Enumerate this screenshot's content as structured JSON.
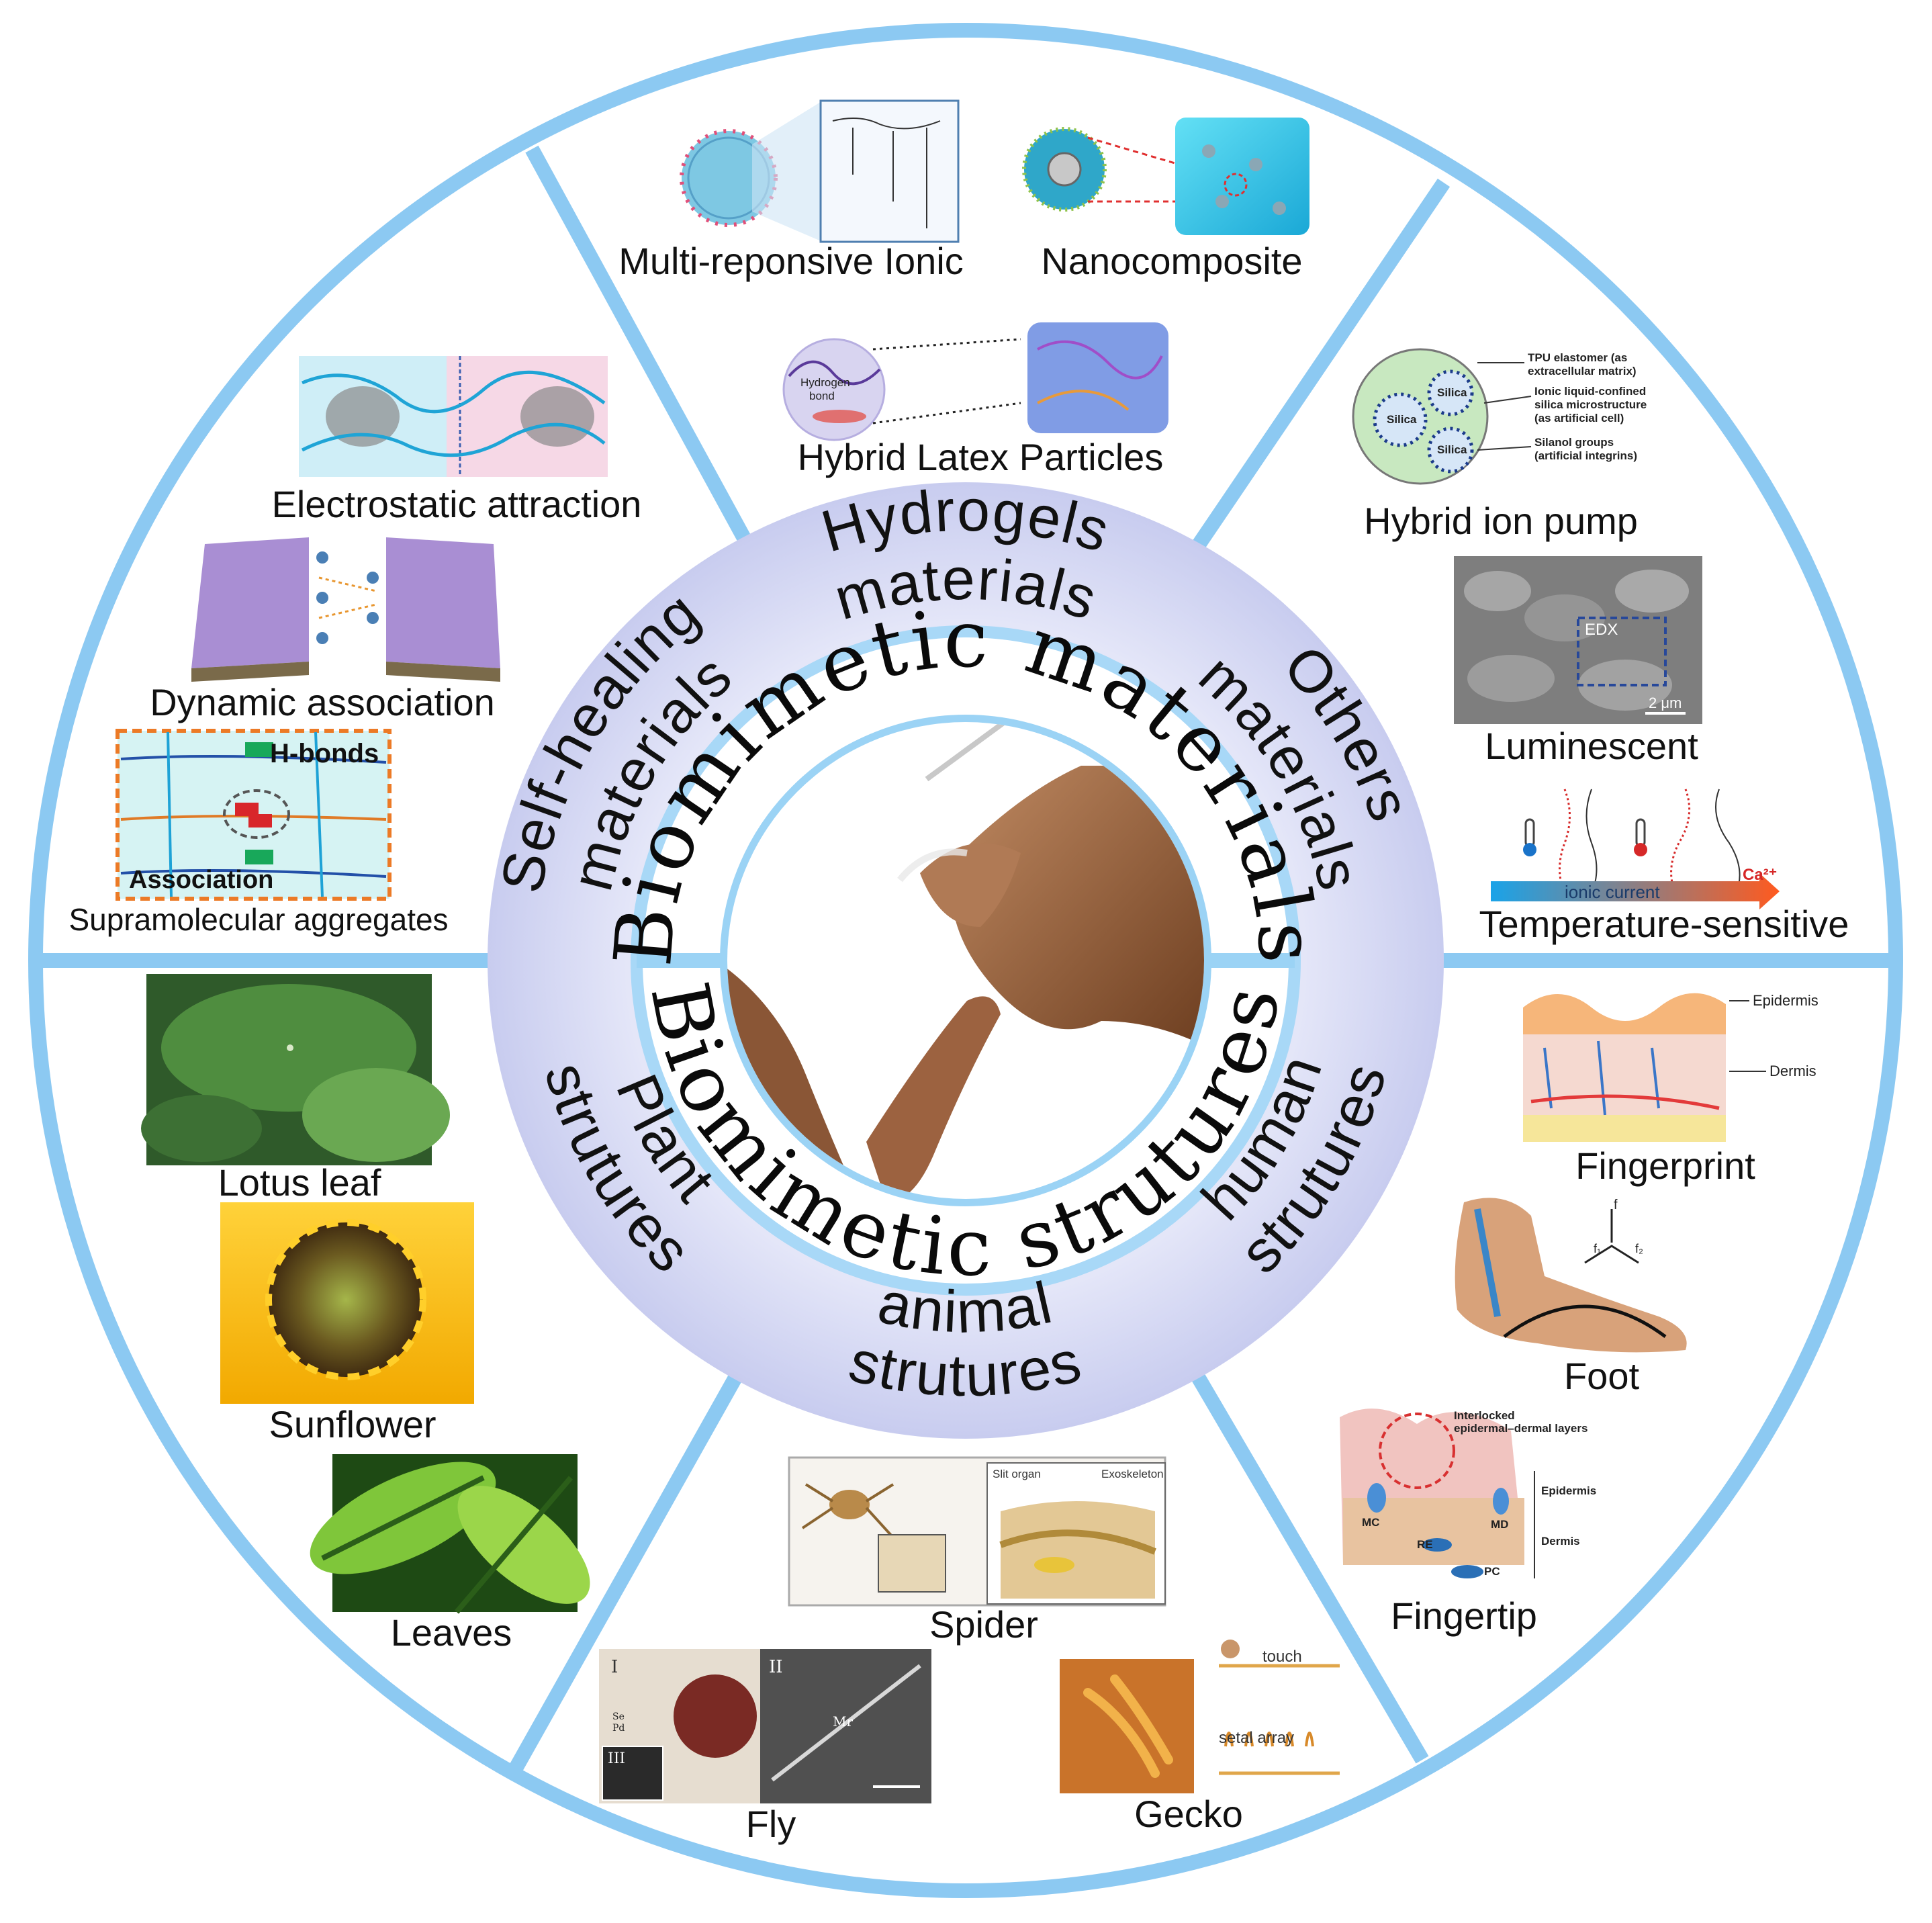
{
  "center": {
    "upper_title": "Biomimetic materials",
    "lower_title": "Biomimetic strutures"
  },
  "middle_ring": {
    "hydrogels": [
      "Hydrogels",
      "materials"
    ],
    "self_healing": [
      "Self-healing",
      "materials"
    ],
    "others": [
      "Others",
      "materials"
    ],
    "plant": [
      "Plant",
      "strutures"
    ],
    "animal": [
      "animal",
      "strutures"
    ],
    "human": [
      "human",
      "strutures"
    ]
  },
  "items": {
    "multi_responsive": "Multi-reponsive Ionic",
    "nanocomposite": "Nanocomposite",
    "hybrid_latex": "Hybrid Latex Particles",
    "electrostatic": "Electrostatic attraction",
    "dynamic": "Dynamic association",
    "supramolecular": "Supramolecular aggregates",
    "hybrid_ion_pump": "Hybrid ion pump",
    "luminescent": "Luminescent",
    "temperature": "Temperature-sensitive",
    "lotus": "Lotus leaf",
    "sunflower": "Sunflower",
    "leaves": "Leaves",
    "spider": "Spider",
    "fly": "Fly",
    "gecko": "Gecko",
    "fingerprint": "Fingerprint",
    "foot": "Foot",
    "fingertip": "Fingertip"
  },
  "inset_text": {
    "hydrogen_bond": [
      "Hydrogen",
      "bond"
    ],
    "hbonds": "H-bonds",
    "association": "Association",
    "tpu": [
      "TPU elastomer (as",
      "extracellular matrix)"
    ],
    "ionic_liquid": [
      "Ionic liquid-confined",
      "silica microstructure",
      "(as artificial cell)"
    ],
    "silanol": [
      "Silanol groups",
      "(artificial integrins)"
    ],
    "silica": "Silica",
    "edx": "EDX",
    "scale_2um": "2 μm",
    "ionic_current": "ionic current",
    "ca2": "Ca²⁺",
    "epidermis": "Epidermis",
    "dermis": "Dermis",
    "interlocked": [
      "Interlocked",
      "epidermal–dermal layers"
    ],
    "mc": "MC",
    "md": "MD",
    "re": "RE",
    "pc": "PC",
    "slit_organ": "Slit organ",
    "exoskeleton": "Exoskeleton",
    "touch": "touch",
    "setal_array": "setal array",
    "fly_I": "I",
    "fly_II": "II",
    "fly_III": "III",
    "fly_Mr": "Mr",
    "fly_Se": "Se",
    "fly_Pd": "Pd",
    "foot_f": "f",
    "foot_f1": "f₁",
    "foot_f2": "f₂"
  },
  "colors": {
    "outer_ring": "#8cc9f2",
    "middle_ring_edge": "#c9cdef",
    "middle_ring_center": "#e9ebfa",
    "inner_ring": "#9bd3f5"
  }
}
